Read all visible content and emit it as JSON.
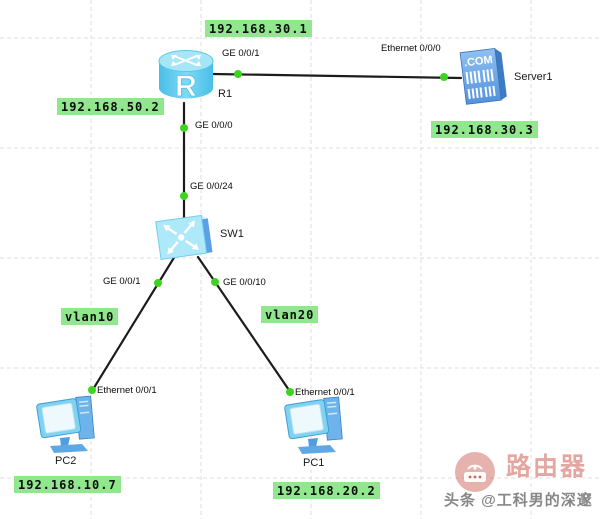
{
  "devices": {
    "router": {
      "name": "R1",
      "icon_letter": "R"
    },
    "switch": {
      "name": "SW1"
    },
    "server": {
      "name": "Server1",
      "icon_text": ".COM"
    },
    "pc1": {
      "name": "PC1"
    },
    "pc2": {
      "name": "PC2"
    }
  },
  "ports": {
    "r1_to_server": "GE 0/0/1",
    "server_port": "Ethernet 0/0/0",
    "r1_to_switch": "GE 0/0/0",
    "switch_to_r1": "GE 0/0/24",
    "switch_to_pc2": "GE 0/0/1",
    "switch_to_pc1": "GE 0/0/10",
    "pc2_port": "Ethernet 0/0/1",
    "pc1_port": "Ethernet 0/0/1"
  },
  "ip_labels": {
    "r1_wan": "192.168.30.1",
    "r1_lan": "192.168.50.2",
    "server": "192.168.30.3",
    "vlan10": "vlan10",
    "vlan20": "vlan20",
    "pc2": "192.168.10.7",
    "pc1": "192.168.20.2"
  },
  "watermark": {
    "brand": "路由器",
    "handle": "头条 @工科男的深邃"
  },
  "colors": {
    "label_bg": "#8fe88c",
    "link": "#1c1c1c",
    "port_dot": "#3fd321",
    "grid": "#dfdfdf",
    "router_cyan": "#63cdee",
    "server_blue": "#5fa4e6",
    "pc_blue": "#6db4ec",
    "watermark_red": "#ce5c52",
    "handle_gray": "#878787"
  }
}
